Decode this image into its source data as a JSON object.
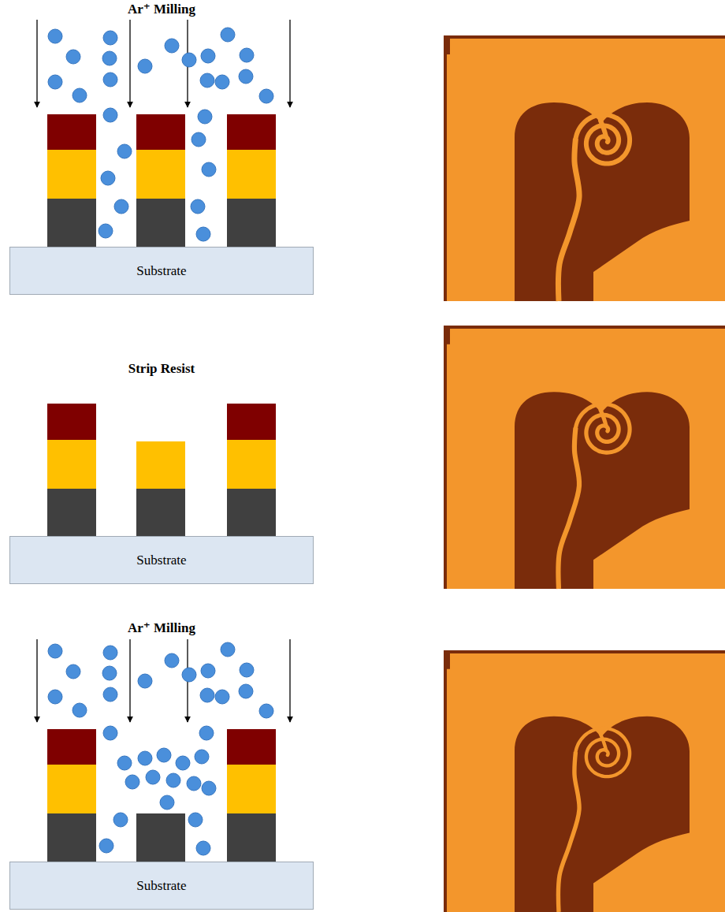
{
  "diagram": {
    "nodes": [
      {
        "text": [
          "Substrate"
        ]
      },
      {
        "text": [
          "Substrate"
        ]
      },
      {
        "text": [
          "Substrate"
        ]
      }
    ],
    "labels": [
      "Ar⁺ Milling",
      "Strip Resist",
      "Ar⁺ Milling"
    ]
  }
}
